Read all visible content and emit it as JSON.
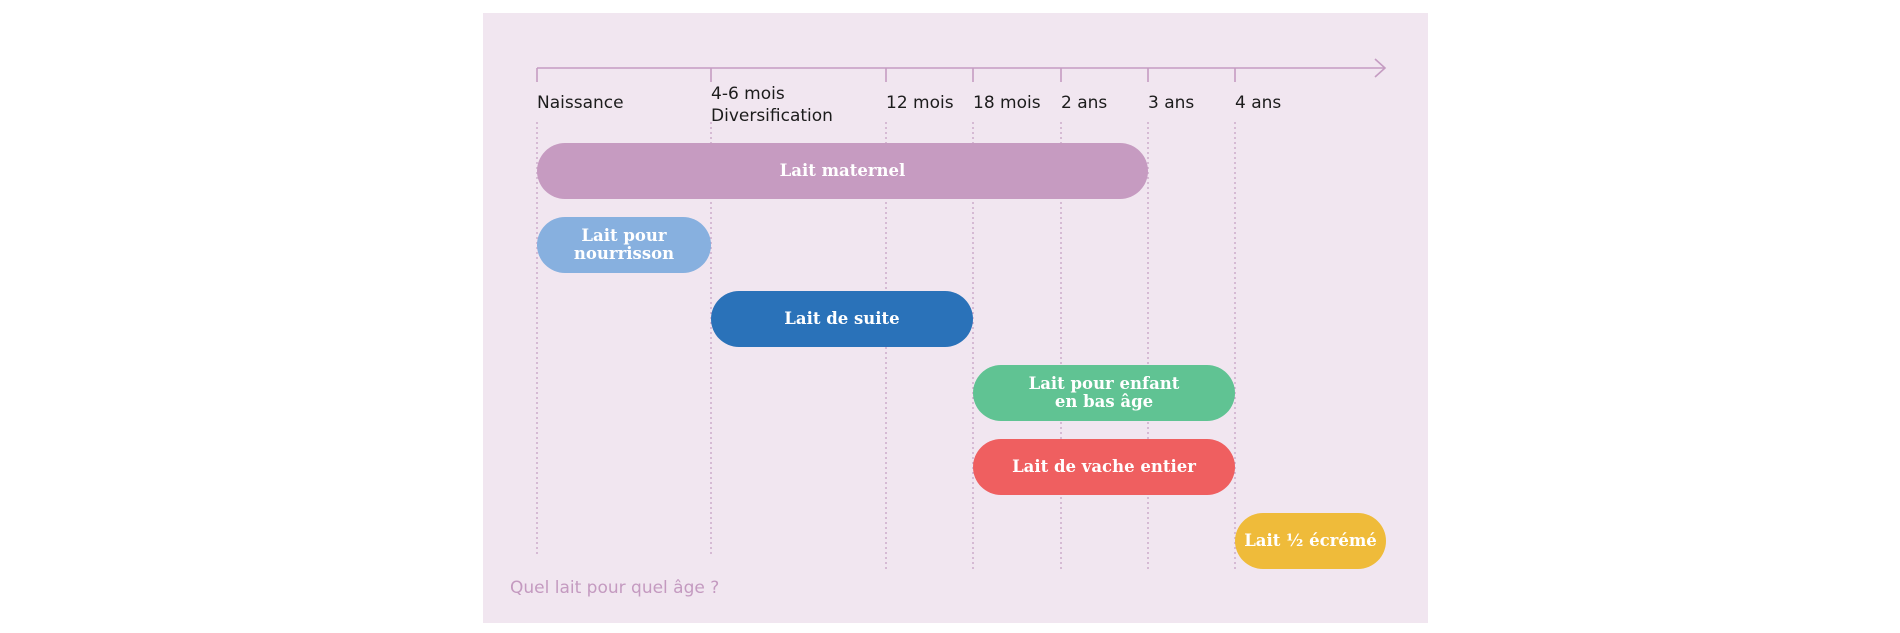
{
  "timeline": {
    "ticks": [
      {
        "label": "Naissance"
      },
      {
        "label": "4-6 mois",
        "sublabel": "Diversification"
      },
      {
        "label": "12 mois"
      },
      {
        "label": "18 mois"
      },
      {
        "label": "2 ans"
      },
      {
        "label": "3 ans"
      },
      {
        "label": "4 ans"
      }
    ]
  },
  "bars": [
    {
      "label": "Lait maternel",
      "from_tick": 0,
      "to_tick": 5,
      "color": "#c69bc1"
    },
    {
      "label": "Lait pour\nnourrisson",
      "from_tick": 0,
      "to_tick": 1,
      "color": "#87b0df"
    },
    {
      "label": "Lait de suite",
      "from_tick": 1,
      "to_tick": 3,
      "color": "#2a72b9"
    },
    {
      "label": "Lait pour enfant\nen bas âge",
      "from_tick": 3,
      "to_tick": 6,
      "color": "#60c393"
    },
    {
      "label": "Lait de vache entier",
      "from_tick": 3,
      "to_tick": 6,
      "color": "#ef5f60"
    },
    {
      "label": "Lait ½ écrémé",
      "from_tick": 6,
      "to_tick": "end",
      "color": "#efbb3a"
    }
  ],
  "colors": {
    "panel_background": "#f1e6f0",
    "axis": "#c59cc2",
    "tick_label": "#1c1c1c",
    "caption": "#c49ac0"
  },
  "caption": "Quel lait pour quel âge ?"
}
